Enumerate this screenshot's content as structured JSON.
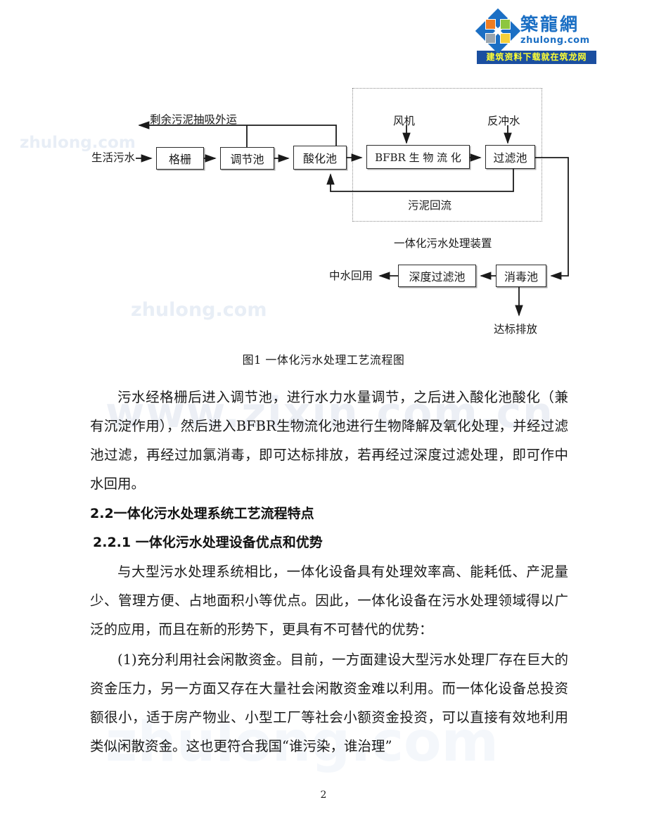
{
  "logo": {
    "brand_cn": "築龍網",
    "brand_domain": "zhulong.com",
    "tagline": "建筑资料下载就在筑龙网",
    "accent_color": "#1b6fc4",
    "bar_color": "#1b4fa0",
    "bar_text_color": "#ffff33"
  },
  "watermarks": [
    {
      "text": "zhulong.com"
    },
    {
      "text": "zhulong.com"
    },
    {
      "text": "www.zixin.com.cn"
    },
    {
      "text": ""
    },
    {
      "text": "zhulong.com"
    },
    {
      "text": ""
    }
  ],
  "flowchart": {
    "boxes": [
      {
        "id": "grille",
        "label": "格栅"
      },
      {
        "id": "regulating-tank",
        "label": "调节池"
      },
      {
        "id": "acidification",
        "label": "酸化池"
      },
      {
        "id": "bfbr",
        "label": "BFBR 生 物 流 化"
      },
      {
        "id": "filter-tank",
        "label": "过滤池"
      },
      {
        "id": "deep-filter",
        "label": "深度过滤池"
      },
      {
        "id": "disinfection",
        "label": "消毒池"
      }
    ],
    "labels": [
      {
        "id": "inlet",
        "text": "生活污水"
      },
      {
        "id": "sludge-haul",
        "text": "剩余污泥抽吸外运"
      },
      {
        "id": "blower",
        "text": "风机"
      },
      {
        "id": "backwash",
        "text": "反冲水"
      },
      {
        "id": "sludge-return",
        "text": "污泥回流"
      },
      {
        "id": "device-container",
        "text": "一体化污水处理装置"
      },
      {
        "id": "reclaimed-water",
        "text": "中水回用"
      },
      {
        "id": "standard-discharge",
        "text": "达标排放"
      }
    ]
  },
  "document": {
    "figure_caption": "图1  一体化污水处理工艺流程图",
    "paragraph_1": "污水经格栅后进入调节池，进行水力水量调节，之后进入酸化池酸化（兼有沉淀作用），然后进入BFBR生物流化池进行生物降解及氧化处理，并经过滤池过滤，再经过加氯消毒，即可达标排放，若再经过深度过滤处理，即可作中水回用。",
    "heading_1": "2.2一体化污水处理系统工艺流程特点",
    "heading_2": "2.2.1  一体化污水处理设备优点和优势",
    "paragraph_2": "与大型污水处理系统相比，一体化设备具有处理效率高、能耗低、产泥量少、管理方便、占地面积小等优点。因此，一体化设备在污水处理领域得以广泛的应用，而且在新的形势下，更具有不可替代的优势：",
    "paragraph_3": "(1)充分利用社会闲散资金。目前，一方面建设大型污水处理厂存在巨大的资金压力，另一方面又存在大量社会闲散资金难以利用。而一体化设备总投资额很小，适于房产物业、小型工厂等社会小额资金投资，可以直接有效地利用类似闲散资金。这也更符合我国“谁污染，谁治理”",
    "page_number": "2"
  }
}
